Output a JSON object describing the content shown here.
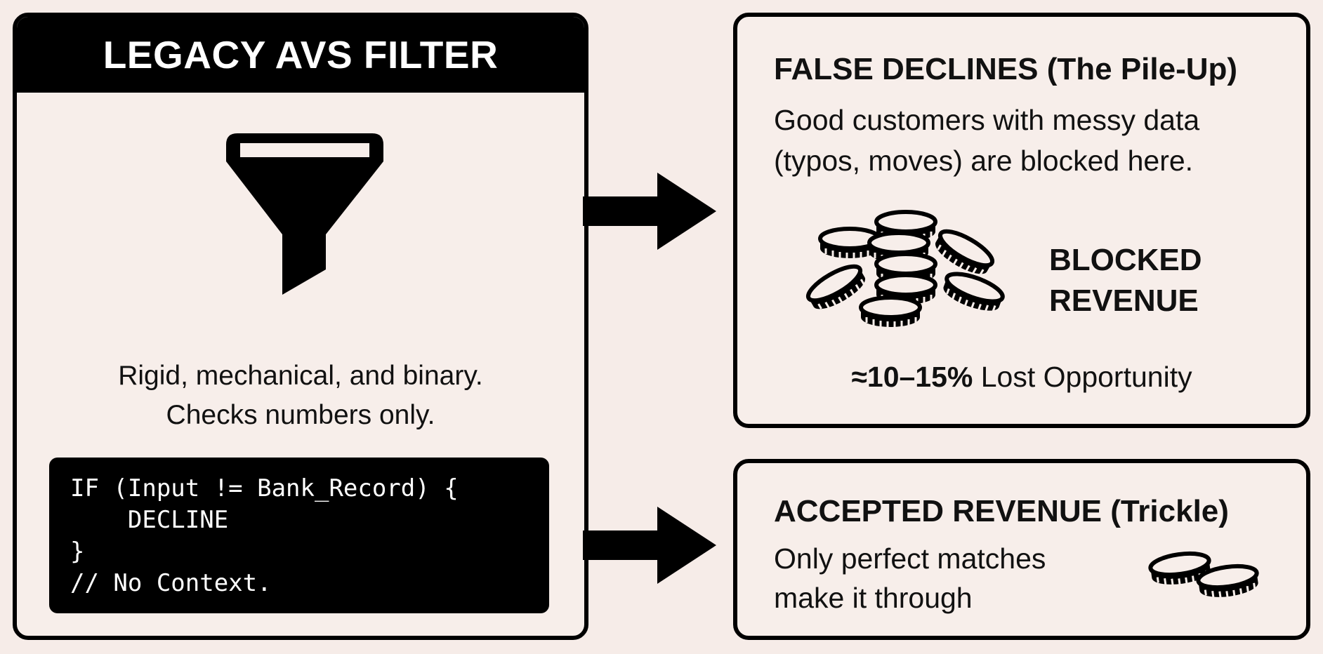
{
  "legacy_filter": {
    "title": "LEGACY AVS FILTER",
    "description": [
      "Rigid, mechanical, and binary.",
      "Checks numbers only."
    ],
    "code": [
      "IF (Input != Bank_Record) {",
      "    DECLINE",
      "}",
      "// No Context."
    ],
    "icon": "funnel-icon"
  },
  "false_declines": {
    "title": "FALSE DECLINES (The Pile-Up)",
    "description": [
      "Good customers with messy data",
      "(typos, moves) are blocked here."
    ],
    "icon": "coin-pile-icon",
    "blocked_label": [
      "BLOCKED",
      "REVENUE"
    ],
    "lost_percentage": "≈10–15%",
    "lost_text": " Lost Opportunity"
  },
  "accepted_revenue": {
    "title": "ACCEPTED REVENUE (Trickle)",
    "description": [
      "Only perfect matches",
      "make it through"
    ],
    "icon": "two-coins-icon"
  },
  "colors": {
    "background": "#f6ece8",
    "ink": "#000000",
    "header_text": "#ffffff"
  }
}
